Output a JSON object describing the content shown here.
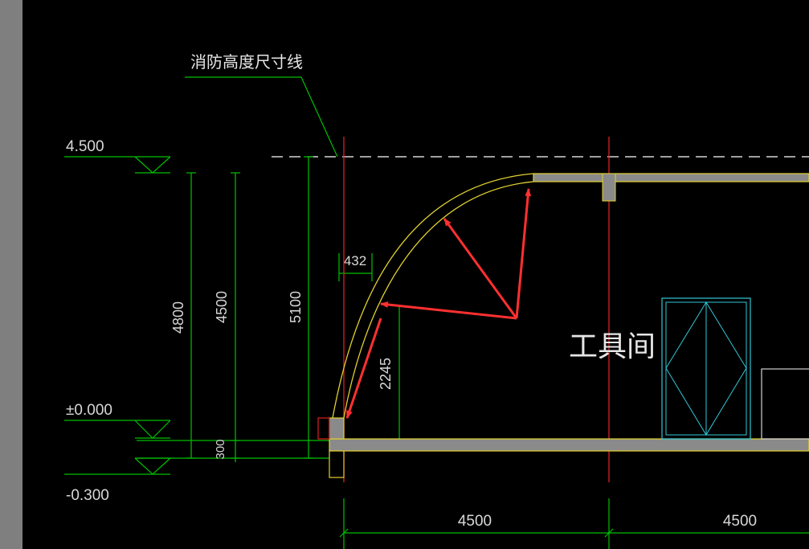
{
  "colors": {
    "background": "#000000",
    "dimension": "#00c000",
    "axis": "#e02020",
    "wall": "#e0d030",
    "slab_fill": "#8a8a8a",
    "window": "#30c8d8",
    "arrow": "#ff3030",
    "text": "#d8d8d8"
  },
  "annotation": {
    "label": "消防高度尺寸线"
  },
  "levels": {
    "top": "4.500",
    "ground": "±0.000",
    "bottom": "-0.300"
  },
  "dimensions": {
    "d4800": "4800",
    "d4500v": "4500",
    "d5100": "5100",
    "d300": "300",
    "d432": "432",
    "d2245": "2245",
    "bay1": "4500",
    "bay2": "4500"
  },
  "room": {
    "name": "工具间"
  }
}
